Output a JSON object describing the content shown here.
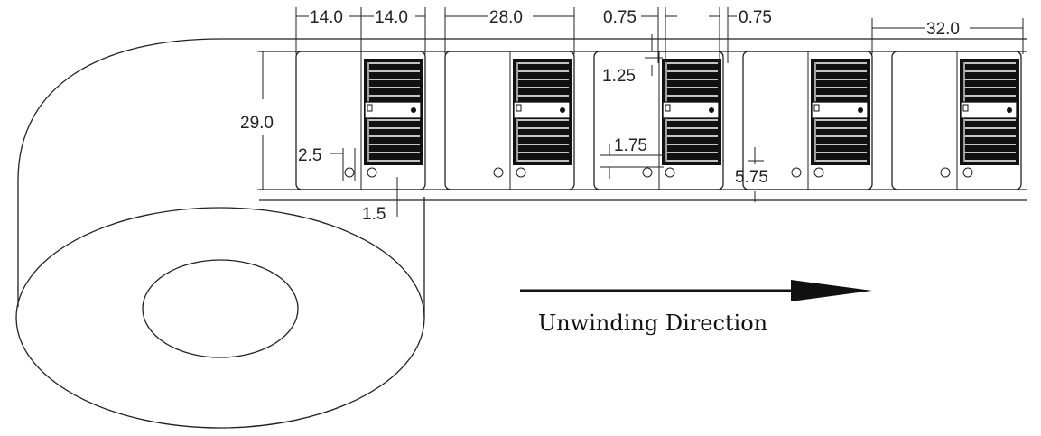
{
  "diagram": {
    "direction_label": "Unwinding Direction",
    "dimensions": {
      "label_half_width_left": "14.0",
      "label_half_width_right": "14.0",
      "label_width": "28.0",
      "gap_left": "0.75",
      "gap_right": "0.75",
      "pitch": "32.0",
      "label_height": "29.0",
      "antenna_top_margin": "1.25",
      "antenna_side_offset": "2.5",
      "hole_offset": "1.75",
      "bottom_edge": "1.5",
      "liner_margin": "5.75"
    },
    "label_count": 5,
    "colors": {
      "line": "#222222",
      "antenna": "#111111",
      "background": "#ffffff"
    }
  }
}
